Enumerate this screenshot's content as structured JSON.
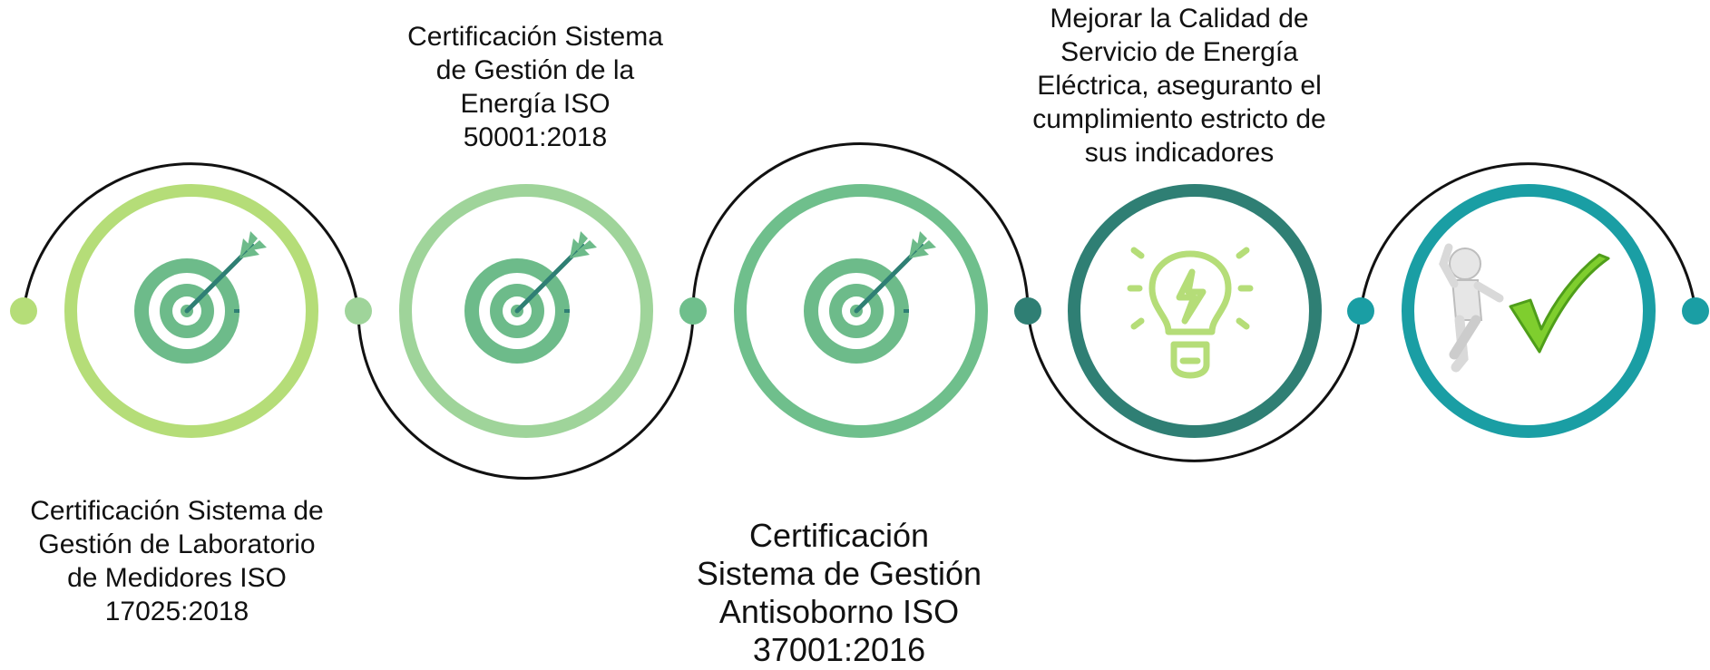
{
  "colors": {
    "step1": "#b5dd78",
    "step2": "#9fd49a",
    "step3": "#6fbf8c",
    "step4": "#2f7f74",
    "step5": "#1a9ea4",
    "connector": "#111111",
    "icon_green": "#6dbb8a",
    "icon_dark": "#2f7f74",
    "bulb": "#b5dd78"
  },
  "steps": [
    {
      "icon": "target-arrow-icon",
      "label": "Certificación Sistema de\nGestión de Laboratorio\nde Medidores ISO\n17025:2018"
    },
    {
      "icon": "target-arrow-icon",
      "label": "Certificación Sistema\nde Gestión de la\nEnergía ISO\n50001:2018"
    },
    {
      "icon": "target-arrow-icon",
      "label": "Certificación\nSistema de Gestión\nAntisoborno ISO\n37001:2016"
    },
    {
      "icon": "lightbulb-bolt-icon",
      "label": "Mejorar la Calidad de\nServicio de Energía\nEléctrica, aseguranto el\ncumplimiento estricto de\nsus indicadores"
    },
    {
      "icon": "person-checkmark-icon",
      "label": ""
    }
  ]
}
